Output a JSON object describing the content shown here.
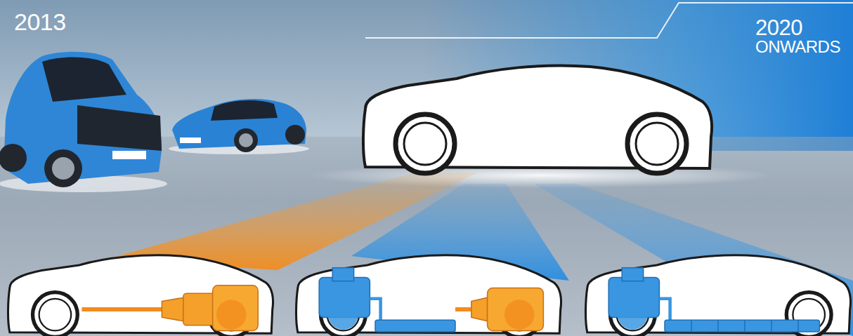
{
  "diagram": {
    "labels": [
      "2013",
      "2020",
      "ONWARDS"
    ]
  }
}
